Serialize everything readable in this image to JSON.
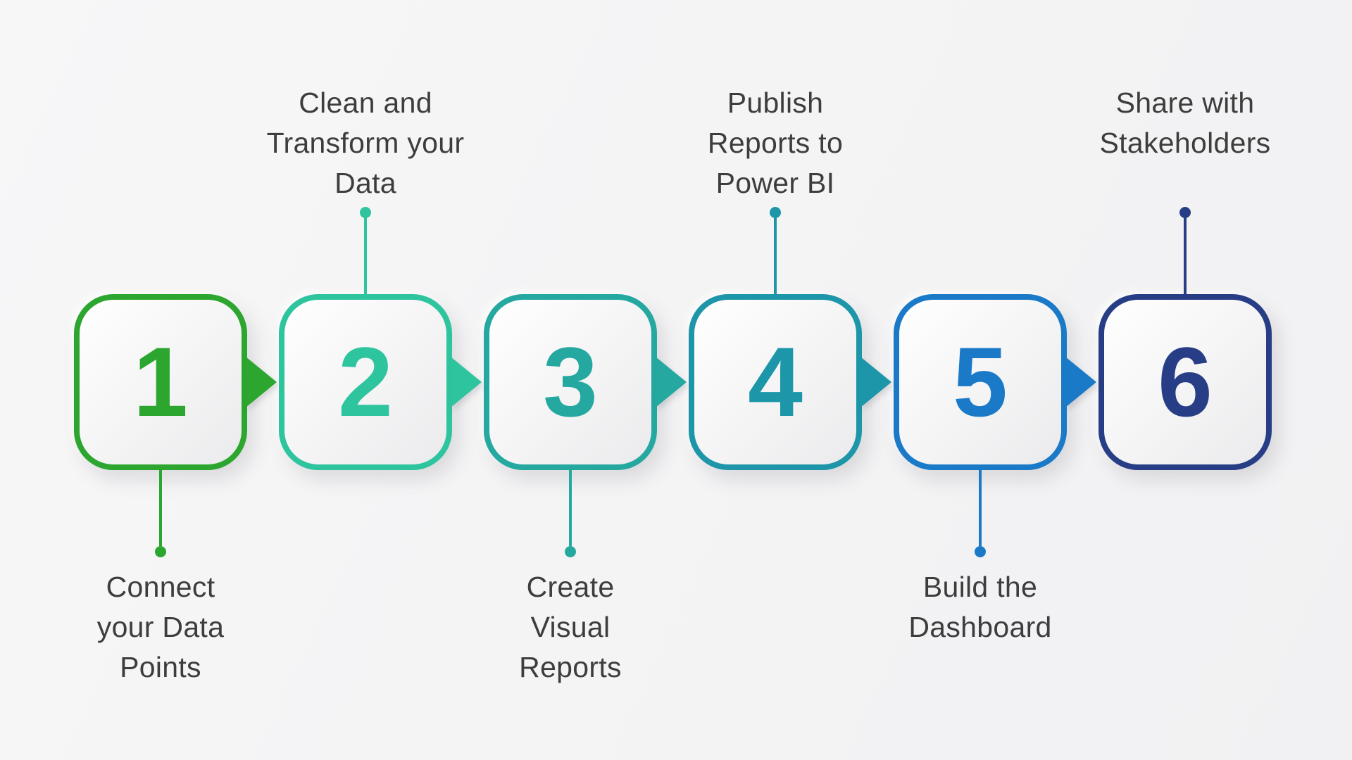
{
  "colors": {
    "background": "#f4f4f5",
    "label_text": "#3d3d3d",
    "box_fill_light": "#ffffff",
    "box_fill_dark": "#ebebed"
  },
  "steps": [
    {
      "number": "1",
      "label": "Connect your Data Points",
      "label_lines": [
        "Connect",
        "your Data",
        "Points"
      ],
      "label_position": "below",
      "color": "#2ca62f"
    },
    {
      "number": "2",
      "label": "Clean and Transform your Data",
      "label_lines": [
        "Clean and",
        "Transform your",
        "Data"
      ],
      "label_position": "above",
      "color": "#2ec49e"
    },
    {
      "number": "3",
      "label": "Create Visual Reports",
      "label_lines": [
        "Create",
        "Visual",
        "Reports"
      ],
      "label_position": "below",
      "color": "#24a8a0"
    },
    {
      "number": "4",
      "label": "Publish Reports to Power BI",
      "label_lines": [
        "Publish",
        "Reports to",
        "Power BI"
      ],
      "label_position": "above",
      "color": "#1c96a8"
    },
    {
      "number": "5",
      "label": "Build the Dashboard",
      "label_lines": [
        "Build the",
        "Dashboard"
      ],
      "label_position": "below",
      "color": "#1b7ac8"
    },
    {
      "number": "6",
      "label": "Share with Stakeholders",
      "label_lines": [
        "Share with",
        "Stakeholders"
      ],
      "label_position": "above",
      "color": "#273e86"
    }
  ],
  "arrows": [
    {
      "direction": "right",
      "color": "#2ca62f"
    },
    {
      "direction": "right",
      "color": "#2ec49e"
    },
    {
      "direction": "right",
      "color": "#24a8a0"
    },
    {
      "direction": "right",
      "color": "#1c96a8"
    },
    {
      "direction": "right",
      "color": "#1b7ac8"
    }
  ]
}
